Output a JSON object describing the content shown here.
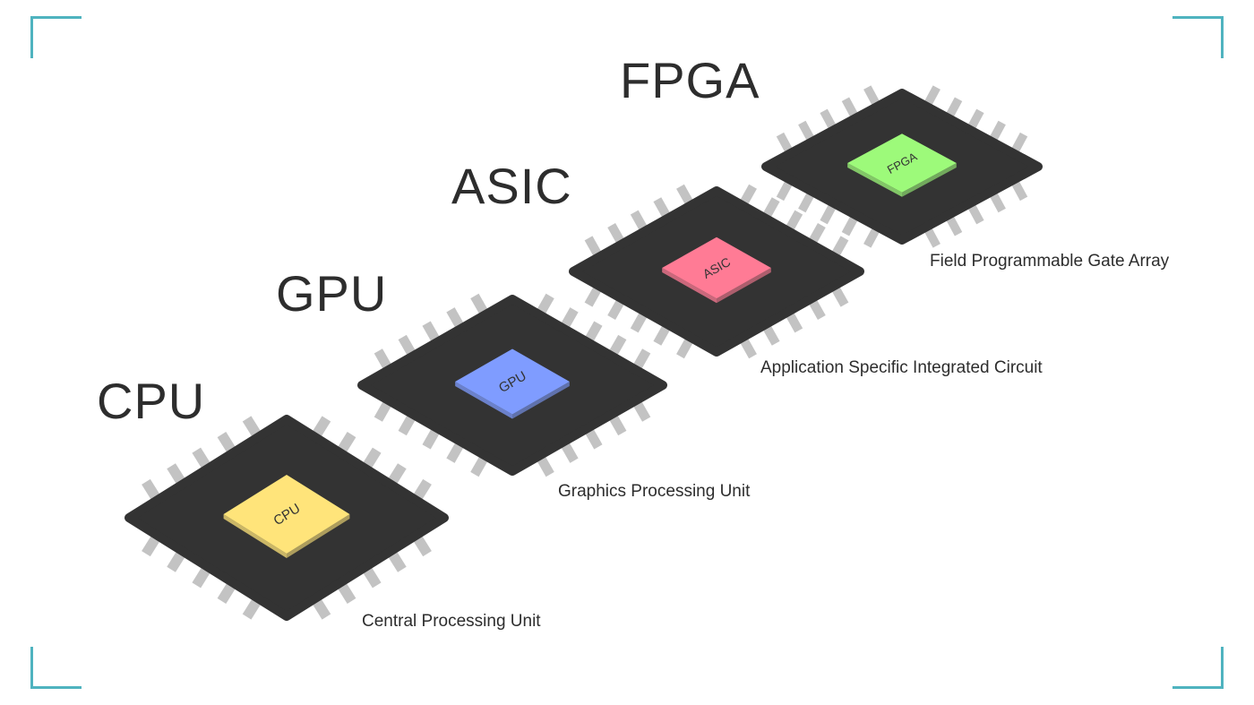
{
  "accent_color": "#4fb3bf",
  "chips": [
    {
      "key": "cpu",
      "title": "CPU",
      "die_label": "CPU",
      "caption": "Central Processing Unit",
      "die_color": "#ffe47a"
    },
    {
      "key": "gpu",
      "title": "GPU",
      "die_label": "GPU",
      "caption": "Graphics Processing Unit",
      "die_color": "#7f9cff"
    },
    {
      "key": "asic",
      "title": "ASIC",
      "die_label": "ASIC",
      "caption": "Application Specific Integrated Circuit",
      "die_color": "#ff7b95"
    },
    {
      "key": "fpga",
      "title": "FPGA",
      "die_label": "FPGA",
      "caption": "Field Programmable Gate Array",
      "die_color": "#9dfa7a"
    }
  ]
}
